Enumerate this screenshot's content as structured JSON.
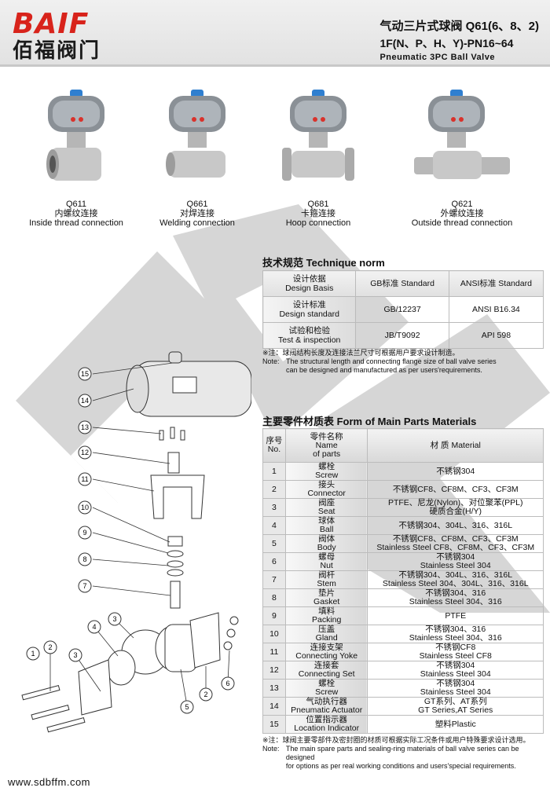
{
  "header": {
    "logo_word": "BAIF",
    "logo_cn": "佰福阀门",
    "title_line1": "气动三片式球阀 Q61(6、8、2)",
    "title_line2": "1F(N、P、H、Y)-PN16~64",
    "title_line3": "Pneumatic 3PC Ball Valve"
  },
  "products": [
    {
      "code": "Q611",
      "cn": "内螺纹连接",
      "en": "Inside thread connection"
    },
    {
      "code": "Q661",
      "cn": "对焊连接",
      "en": "Welding connection"
    },
    {
      "code": "Q681",
      "cn": "卡箍连接",
      "en": "Hoop connection"
    },
    {
      "code": "Q621",
      "cn": "外螺纹连接",
      "en": "Outside thread connection"
    }
  ],
  "technique": {
    "title": "技术规范  Technique norm",
    "header": [
      "GB标准 Standard",
      "ANSI标准 Standard"
    ],
    "rows": [
      {
        "cn": "设计依据",
        "en": "Design Basis",
        "gb": "GB标准 Standard",
        "ansi": "ANSI标准 Standard"
      },
      {
        "cn": "设计标准",
        "en": "Design standard",
        "gb": "GB/12237",
        "ansi": "ANSI B16.34"
      },
      {
        "cn": "试验和检验",
        "en": "Test & inspection",
        "gb": "JB/T9092",
        "ansi": "API 598"
      }
    ],
    "note_cn": "※注：球阀结构长度及连接法兰尺寸可根据用户要求设计制造。",
    "note_label": "Note:",
    "note_en1": "The structural length and connecting flange size of ball valve series",
    "note_en2": "can be designed and manufactured as per users'requirements."
  },
  "parts": {
    "title": "主要零件材质表  Form of Main Parts Materials",
    "head_no_cn": "序号",
    "head_no_en": "No.",
    "head_name_cn": "零件名称",
    "head_name_en1": "Name",
    "head_name_en2": "of parts",
    "head_material": "材 质 Material",
    "rows": [
      {
        "no": "1",
        "cn": "螺栓",
        "en": "Screw",
        "m1": "不锈钢304",
        "m2": ""
      },
      {
        "no": "2",
        "cn": "接头",
        "en": "Connector",
        "m1": "不锈钢CF8、CF8M、CF3、CF3M",
        "m2": ""
      },
      {
        "no": "3",
        "cn": "阀座",
        "en": "Seat",
        "m1": "PTFE、尼龙(Nylon)、对位聚苯(PPL)",
        "m2": "硬质合金(H/Y)"
      },
      {
        "no": "4",
        "cn": "球体",
        "en": "Ball",
        "m1": "不锈钢304、304L、316、316L",
        "m2": ""
      },
      {
        "no": "5",
        "cn": "阀体",
        "en": "Body",
        "m1": "不锈钢CF8、CF8M、CF3、CF3M",
        "m2": "Stainless Steel CF8、CF8M、CF3、CF3M"
      },
      {
        "no": "6",
        "cn": "螺母",
        "en": "Nut",
        "m1": "不锈钢304",
        "m2": "Stainless Steel 304"
      },
      {
        "no": "7",
        "cn": "阀杆",
        "en": "Stem",
        "m1": "不锈钢304、304L、316、316L",
        "m2": "Stainless Steel 304、304L、316、316L"
      },
      {
        "no": "8",
        "cn": "垫片",
        "en": "Gasket",
        "m1": "不锈钢304、316",
        "m2": "Stainless Steel 304、316"
      },
      {
        "no": "9",
        "cn": "填料",
        "en": "Packing",
        "m1": "PTFE",
        "m2": ""
      },
      {
        "no": "10",
        "cn": "压盖",
        "en": "Gland",
        "m1": "不锈钢304、316",
        "m2": "Stainless Steel 304、316"
      },
      {
        "no": "11",
        "cn": "连接支架",
        "en": "Connecting Yoke",
        "m1": "不锈钢CF8",
        "m2": "Stainless Steel CF8"
      },
      {
        "no": "12",
        "cn": "连接套",
        "en": "Connecting Set",
        "m1": "不锈钢304",
        "m2": "Stainless Steel 304"
      },
      {
        "no": "13",
        "cn": "螺栓",
        "en": "Screw",
        "m1": "不锈钢304",
        "m2": "Stainless Steel 304"
      },
      {
        "no": "14",
        "cn": "气动执行器",
        "en": "Pneumatic Actuator",
        "m1": "GT系列、AT系列",
        "m2": "GT Series,AT Series"
      },
      {
        "no": "15",
        "cn": "位置指示器",
        "en": "Location Indicator",
        "m1": "塑料Plastic",
        "m2": ""
      }
    ],
    "note_cn": "※注：球阀主要零部件及密封圈的材质可根据实际工况条件或用户特殊要求设计选用。",
    "note_label": "Note:",
    "note_en1": "The main spare parts and sealing-ring materials of ball valve series can be designed",
    "note_en2": "for options as per real working conditions and users'special requirements."
  },
  "diagram": {
    "callouts": [
      "15",
      "14",
      "13",
      "12",
      "11",
      "10",
      "9",
      "8",
      "7",
      "3",
      "4",
      "3",
      "1",
      "2",
      "5",
      "2",
      "6"
    ]
  },
  "footer": {
    "url": "www.sdbffm.com"
  },
  "colors": {
    "brand_red": "#d8231b",
    "watermark": "#cfcfcf",
    "actuator_blue": "#2f7fd0",
    "valve_red": "#d9322b"
  }
}
